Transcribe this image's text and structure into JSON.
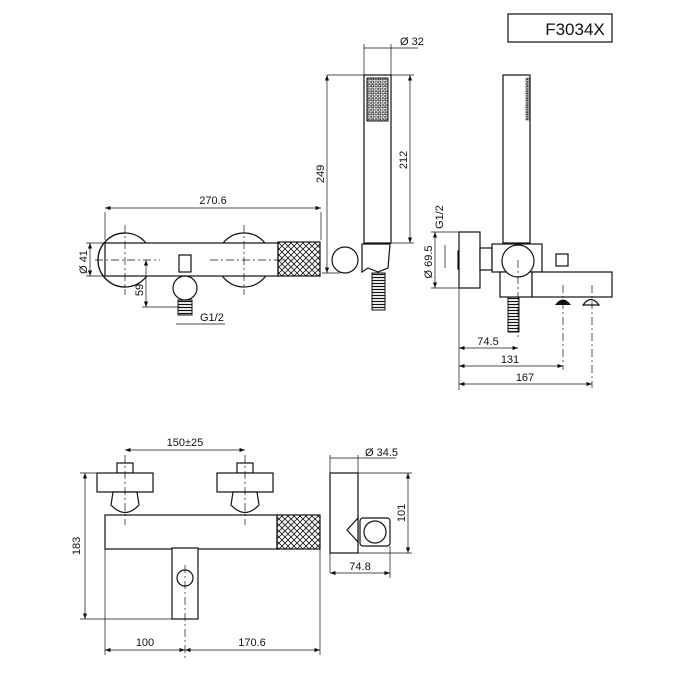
{
  "title": "F3034X",
  "front_top": {
    "width": "270.6",
    "diameter": "Ø 41",
    "offset": "59",
    "thread": "G1/2"
  },
  "hand_shower": {
    "diameter": "Ø 32",
    "total_height": "249",
    "shower_height": "212"
  },
  "side_view": {
    "thread": "G1/2",
    "diameter": "Ø 69.5",
    "d1": "74.5",
    "d2": "131",
    "d3": "167"
  },
  "bottom_front": {
    "spacing": "150±25",
    "height": "183",
    "left": "100",
    "right": "170.6"
  },
  "bottom_side": {
    "diameter": "Ø 34.5",
    "height": "101",
    "depth": "74.8"
  },
  "colors": {
    "line": "#111111",
    "background": "#ffffff"
  }
}
